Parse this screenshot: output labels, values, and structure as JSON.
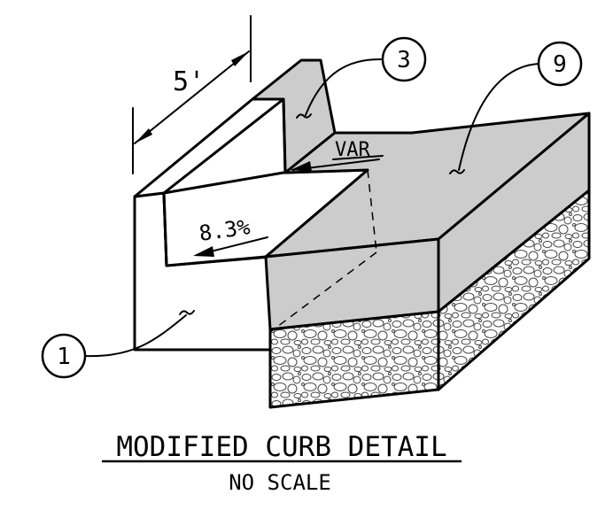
{
  "drawing": {
    "title": "MODIFIED CURB DETAIL",
    "subtitle": "NO SCALE"
  },
  "dimensions": {
    "length": "5'",
    "width": "VAR",
    "slope": "8.3%"
  },
  "callouts": [
    {
      "number": "1"
    },
    {
      "number": "3"
    },
    {
      "number": "9"
    }
  ],
  "colors": {
    "line": "#000000",
    "fill_gray": "#cccccc",
    "background": "#ffffff"
  }
}
